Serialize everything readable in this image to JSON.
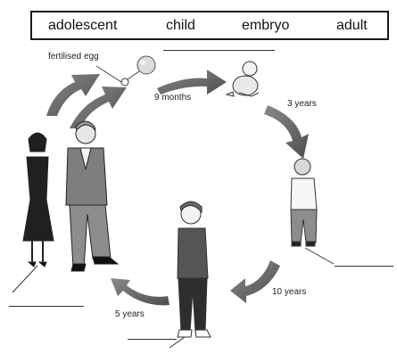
{
  "word_bank": [
    "adolescent",
    "child",
    "embryo",
    "adult"
  ],
  "labels": {
    "fertilised_egg": "fertilised egg",
    "nine_months": "9 months",
    "three_years": "3 years",
    "ten_years": "10 years",
    "five_years": "5 years"
  },
  "colors": {
    "arrow": "#6e6e6e",
    "line": "#333333",
    "border": "#1a1a1a"
  }
}
